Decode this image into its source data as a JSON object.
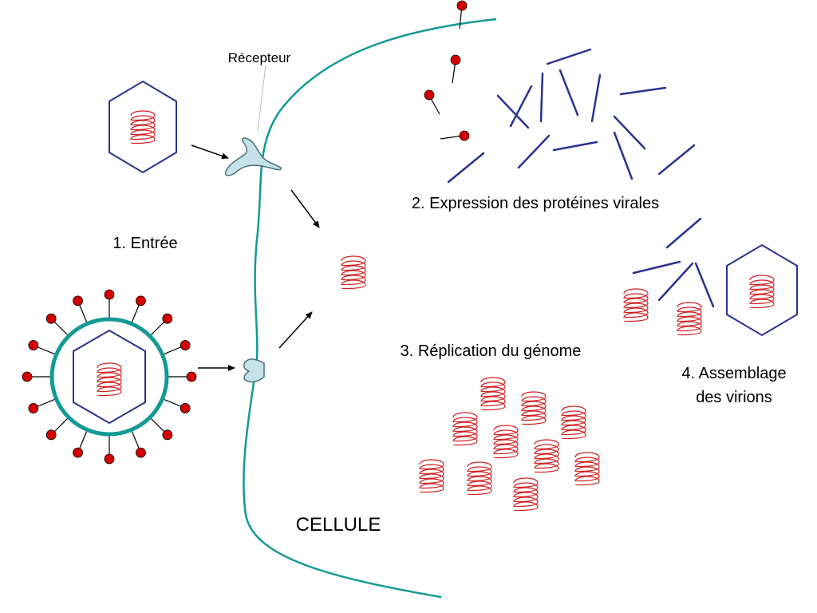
{
  "labels": {
    "receptor": "Récepteur",
    "entry": "1. Entrée",
    "expression": "2. Expression des protéines virales",
    "replication": "3. Réplication du génome",
    "assembly_line1": "4. Assemblage",
    "assembly_line2": "des virions",
    "cell": "CELLULE"
  },
  "colors": {
    "membrane": "#139a94",
    "capsid": "#2b3390",
    "genome": "#d22020",
    "spike_head": "#d40000",
    "receptor_fill": "#c5e2e8",
    "receptor_stroke": "#4a6f7a",
    "arrow": "#000000"
  },
  "icons": {
    "genome": "rna-coil-icon",
    "capsid": "hexagonal-capsid-icon",
    "spike": "glycoprotein-spike-icon",
    "receptor": "cell-receptor-icon",
    "protein": "viral-protein-rod-icon"
  }
}
